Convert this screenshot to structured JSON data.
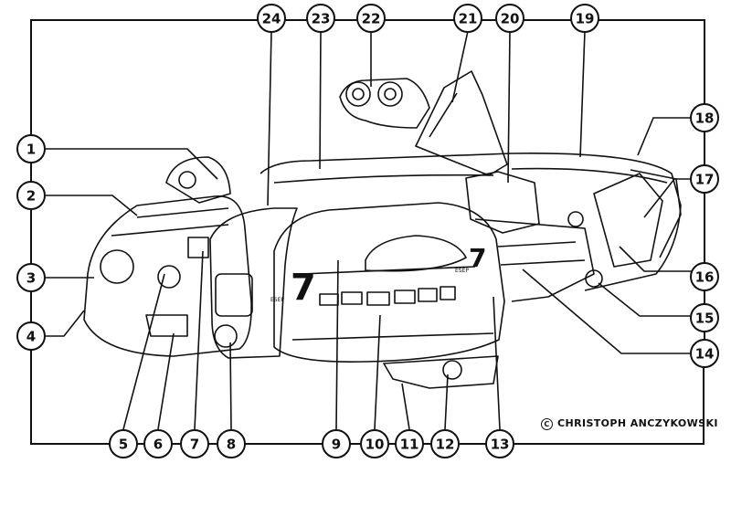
{
  "diagram": {
    "credit_symbol": "C",
    "credit_text": "CHRISTOPH ANCZYKOWSKI",
    "ship_markings": [
      "7",
      "7",
      "ESEP",
      "ESEP"
    ],
    "callouts": [
      "1",
      "2",
      "3",
      "4",
      "5",
      "6",
      "7",
      "8",
      "9",
      "10",
      "11",
      "12",
      "13",
      "14",
      "15",
      "16",
      "17",
      "18",
      "19",
      "20",
      "21",
      "22",
      "23",
      "24"
    ]
  }
}
